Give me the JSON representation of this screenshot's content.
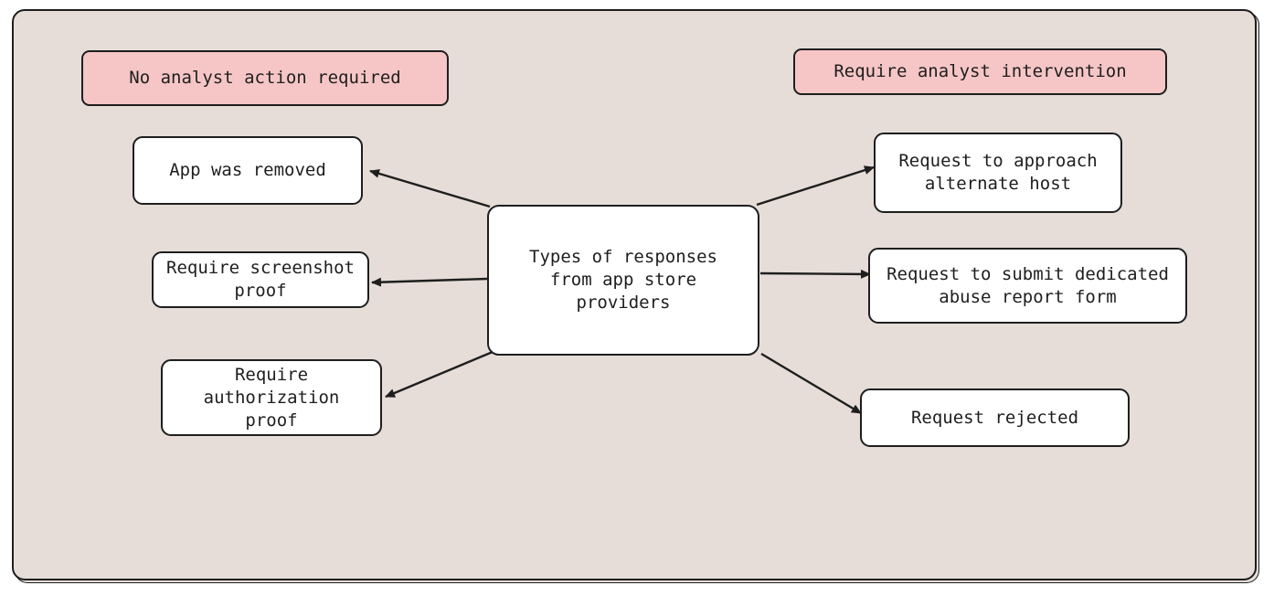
{
  "diagram": {
    "categories": {
      "left": "No analyst action required",
      "right": "Require analyst intervention"
    },
    "center": "Types of responses\nfrom app store\nproviders",
    "left_nodes": [
      "App was removed",
      "Require screenshot\nproof",
      "Require\nauthorization\nproof"
    ],
    "right_nodes": [
      "Request to approach\nalternate host",
      "Request to submit dedicated\nabuse report form",
      "Request rejected"
    ],
    "colors": {
      "background": "#e6ddd8",
      "category_fill": "#f6c6c6",
      "node_fill": "#ffffff",
      "stroke": "#1e1e1e"
    }
  }
}
